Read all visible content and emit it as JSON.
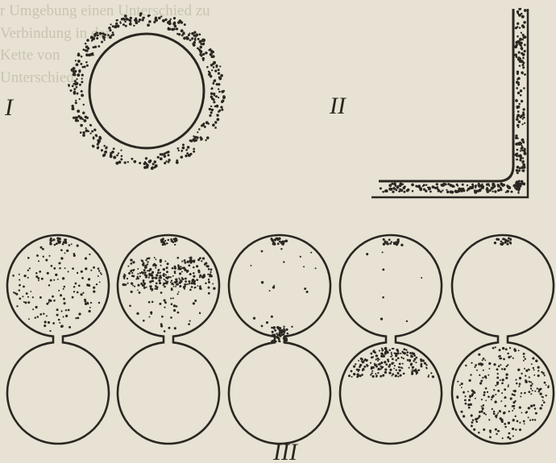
{
  "figure_labels": {
    "fig1": "I",
    "fig2": "II",
    "fig3": "III"
  },
  "background_text": [
    "r Umgebung einen Unterschied zu",
    "Verbindung in der",
    "Kette von",
    "Unterschied",
    "",
    "",
    "",
    "",
    "",
    "",
    "",
    "",
    "",
    "",
    "",
    "",
    "",
    "",
    "",
    ""
  ],
  "colors": {
    "paper": "#e7e2d3",
    "ink": "#2a2722",
    "bleed_text": "#c9c3b2"
  }
}
